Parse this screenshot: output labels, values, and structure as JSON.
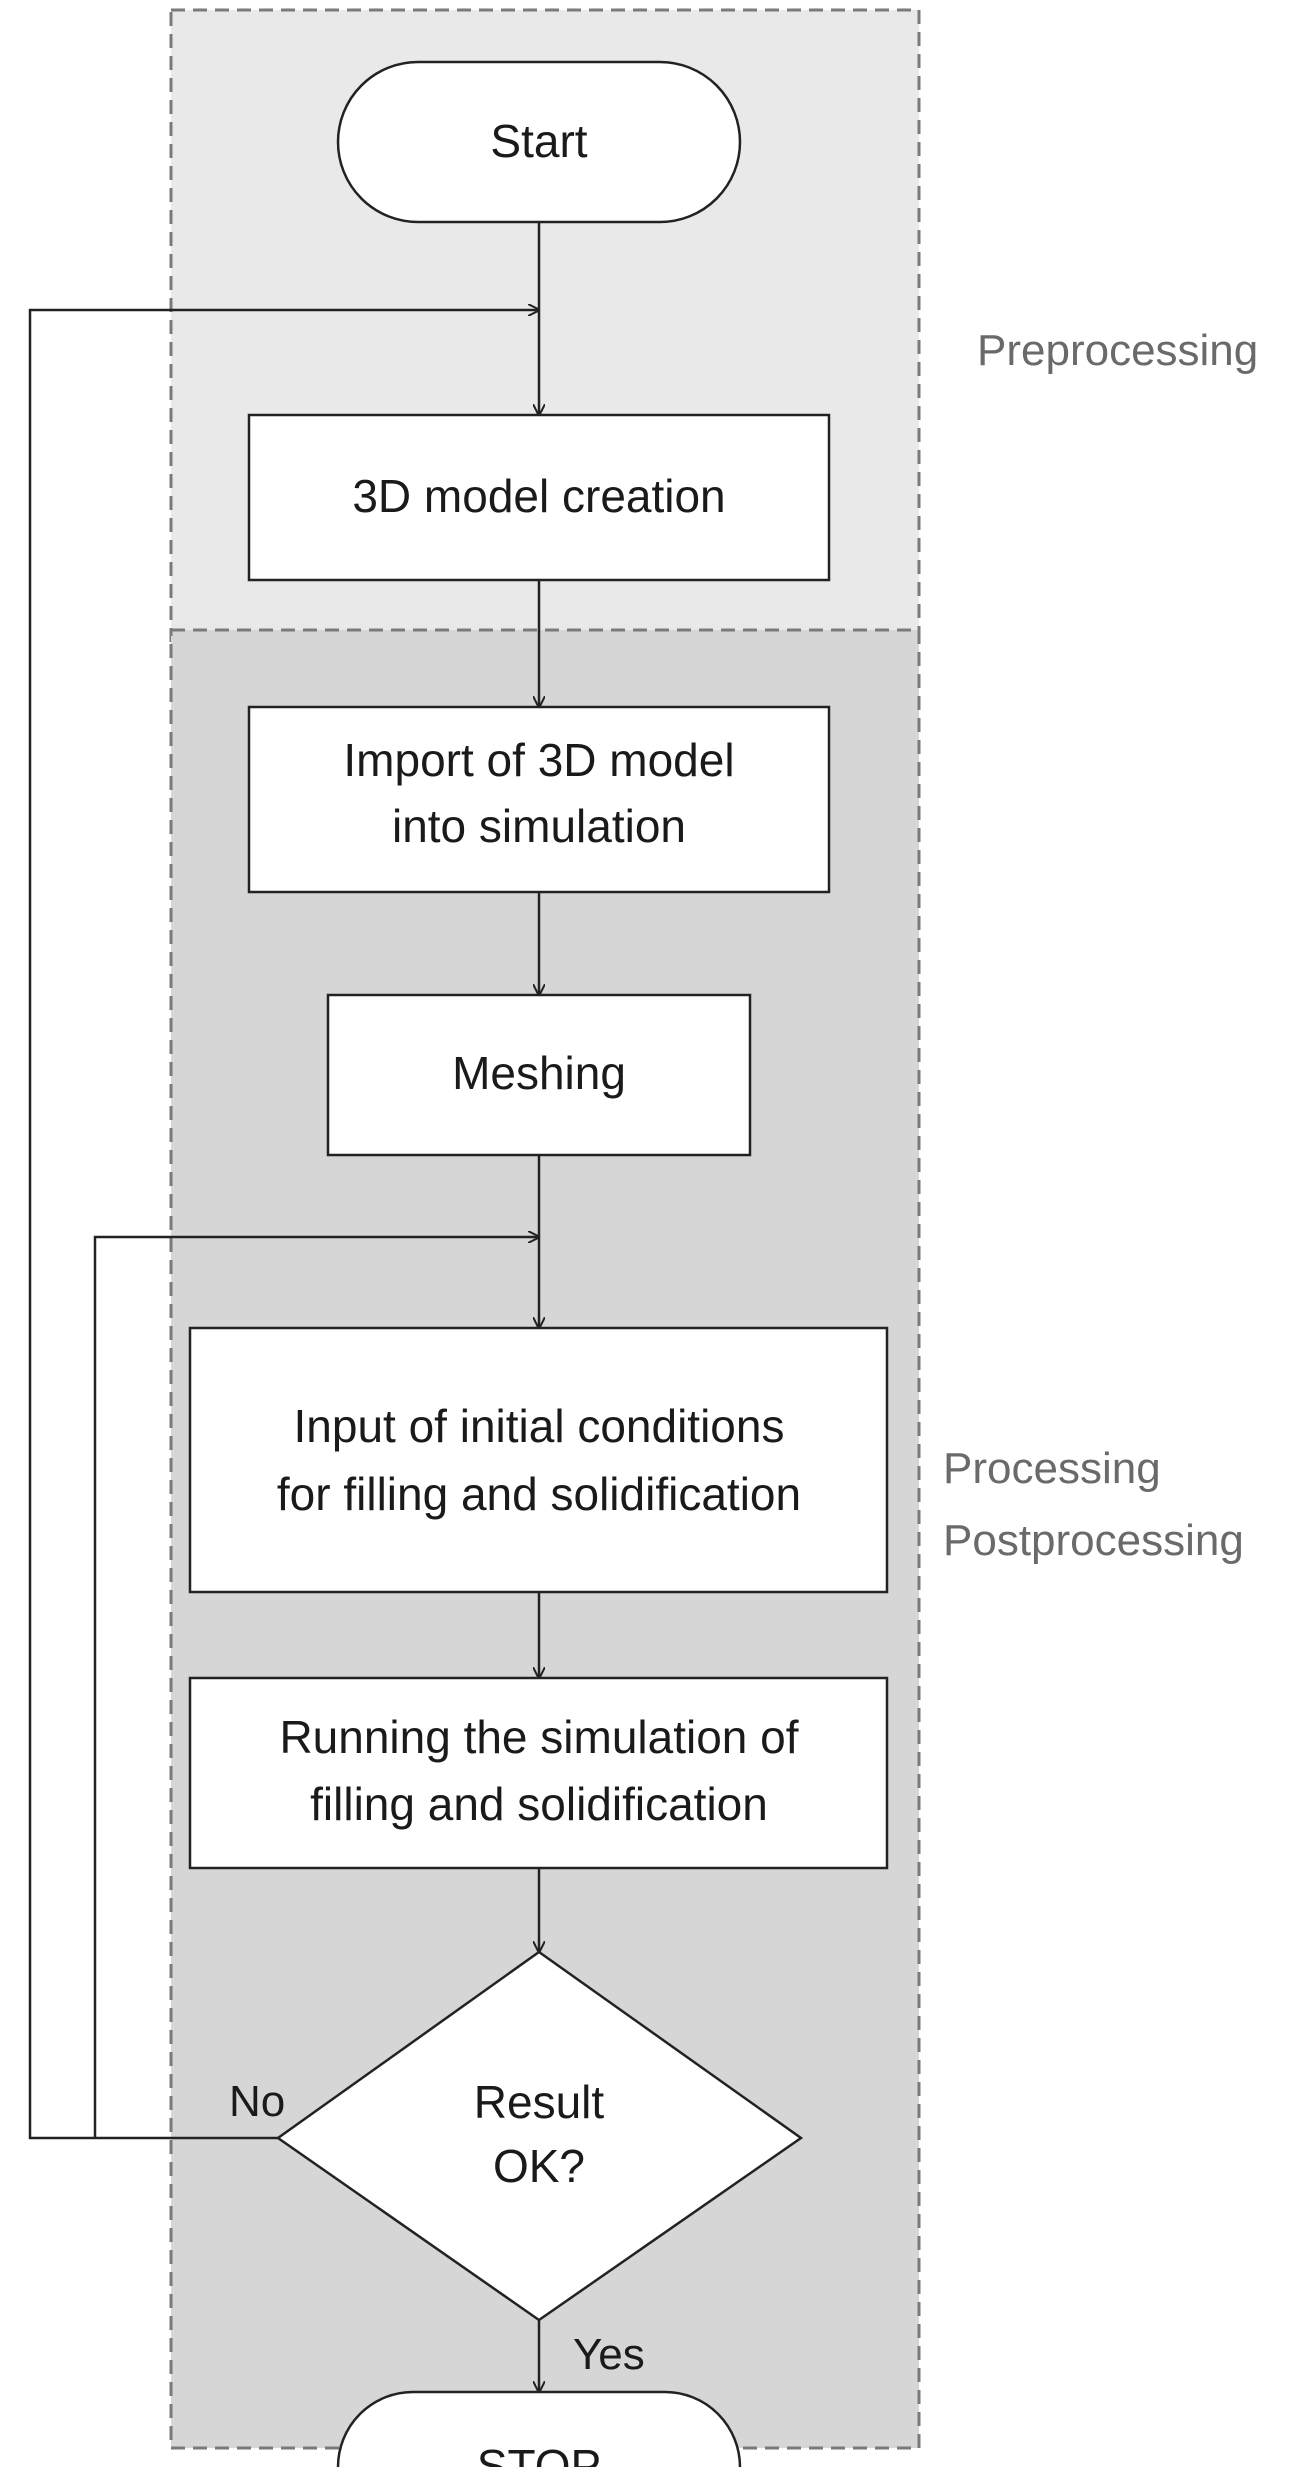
{
  "regions": {
    "preprocessing": "Preprocessing",
    "processing": "Processing",
    "postprocessing": "Postprocessing"
  },
  "nodes": {
    "start": "Start",
    "model_creation": "3D model creation",
    "import_line1": "Import of 3D model",
    "import_line2": "into simulation",
    "meshing": "Meshing",
    "input_line1": "Input of initial conditions",
    "input_line2": "for filling and solidification",
    "running_line1": "Running the simulation of",
    "running_line2": "filling and solidification",
    "decision_line1": "Result",
    "decision_line2": "OK?",
    "stop": "STOP"
  },
  "edges": {
    "no": "No",
    "yes": "Yes"
  },
  "colors": {
    "pre_region": "#e9e9e9",
    "post_region": "#d6d6d6",
    "region_border": "#7a7a7a",
    "line": "#222222",
    "box_fill": "#ffffff",
    "side_label": "#6a6a6a"
  }
}
